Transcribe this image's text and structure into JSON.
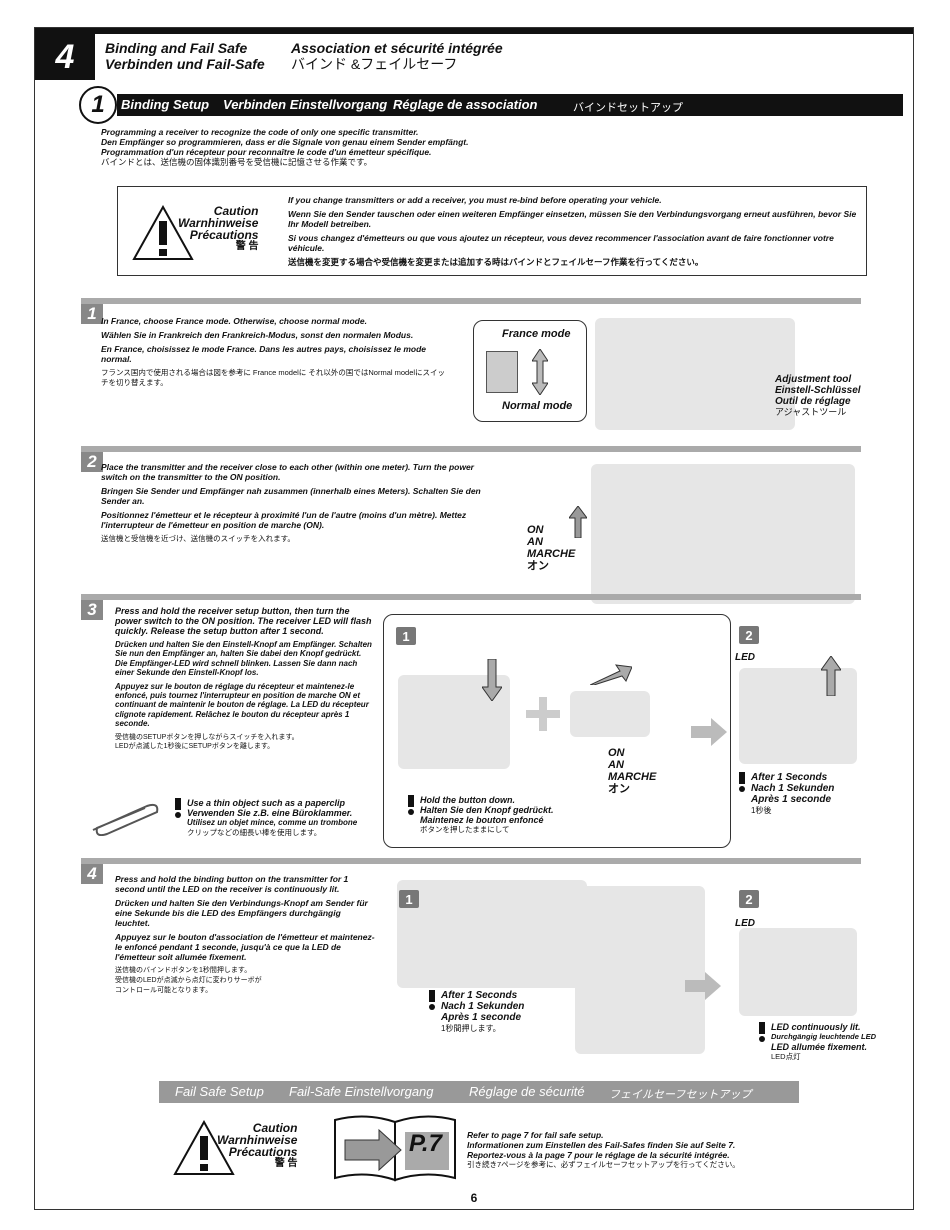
{
  "header": {
    "chapter": "4",
    "title_en": "Binding and Fail Safe",
    "title_de": "Verbinden und Fail-Safe",
    "title_fr": "Association et sécurité intégrée",
    "title_ja": "バインド &フェイルセーフ"
  },
  "section1": {
    "number": "1",
    "title_en": "Binding Setup",
    "title_de": "Verbinden Einstellvorgang",
    "title_fr": "Réglage de association",
    "title_ja": "バインドセットアップ",
    "intro": [
      "Programming a receiver to recognize the code of only one specific transmitter.",
      "Den Empfänger so programmieren, dass er die Signale von genau einem Sender empfängt.",
      "Programmation d'un récepteur pour reconnaître le code d'un émetteur spécifique.",
      "バインドとは、送信機の固体識別番号を受信機に記憶させる作業です。"
    ]
  },
  "caution": {
    "label_en": "Caution",
    "label_de": "Warnhinweise",
    "label_fr": "Précautions",
    "label_ja": "警 告",
    "text_en": "If you change transmitters or add a receiver, you must re-bind before operating your vehicle.",
    "text_de": "Wenn Sie den Sender tauschen oder einen weiteren Empfänger einsetzen, müssen Sie den Verbindungsvorgang erneut ausführen, bevor Sie Ihr Modell betreiben.",
    "text_fr": "Si vous changez d'émetteurs ou que vous ajoutez un récepteur, vous devez recommencer l'association avant de faire fonctionner votre véhicule.",
    "text_ja": "送信機を変更する場合や受信機を変更または追加する時はバインドとフェイルセーフ作業を行ってください。"
  },
  "steps": {
    "s1": {
      "number": "1",
      "en": "In France, choose France mode. Otherwise, choose normal mode.",
      "de": "Wählen Sie in Frankreich den Frankreich-Modus, sonst den normalen Modus.",
      "fr": "En France, choisissez le mode France. Dans les autres pays, choisissez le mode normal.",
      "ja": "フランス国内で使用される場合は図を参考に France modelに それ以外の国ではNormal modelにスイッチを切り替えます。",
      "france_mode": "France mode",
      "normal_mode": "Normal mode",
      "tool_en": "Adjustment tool",
      "tool_de": "Einstell-Schlüssel",
      "tool_fr": "Outil de réglage",
      "tool_ja": "アジャストツール"
    },
    "s2": {
      "number": "2",
      "en": "Place the transmitter and the receiver close to each other (within one meter). Turn the power switch on the transmitter to the ON position.",
      "de": "Bringen Sie Sender und Empfänger nah zusammen (innerhalb eines Meters). Schalten Sie den Sender an.",
      "fr": "Positionnez l'émetteur et le récepteur à proximité l'un de l'autre (moins d'un mètre). Mettez l'interrupteur de l'émetteur en position de marche (ON).",
      "ja": "送信機と受信機を近づけ、送信機のスイッチを入れます。",
      "on": "ON",
      "an": "AN",
      "marche": "MARCHE",
      "on_ja": "オン"
    },
    "s3": {
      "number": "3",
      "en": "Press and hold the receiver setup button, then turn the power switch to the ON position. The receiver LED will flash quickly. Release the setup button after 1 second.",
      "de": "Drücken und halten Sie den Einstell-Knopf am Empfänger. Schalten Sie nun den Empfänger an, halten Sie dabei den Knopf gedrückt. Die Empfänger-LED wird schnell blinken. Lassen Sie dann nach einer Sekunde den Einstell-Knopf los.",
      "fr": "Appuyez sur le bouton de réglage du récepteur et maintenez-le enfoncé, puis tournez l'interrupteur en position de marche ON et continuant de maintenir le bouton de réglage. La LED du récepteur clignote rapidement. Relâchez le bouton du récepteur après 1 seconde.",
      "ja1": "受信機のSETUPボタンを押しながらスイッチを入れます。",
      "ja2": "LEDが点滅した1秒後にSETUPボタンを離します。",
      "clip_en": "Use a thin object such as a paperclip",
      "clip_de": "Verwenden Sie z.B. eine Büroklammer.",
      "clip_fr": "Utilisez un objet mince, comme un trombone",
      "clip_ja": "クリップなどの細長い棒を使用します。",
      "p1": "1",
      "p2": "2",
      "led": "LED",
      "on": "ON",
      "an": "AN",
      "marche": "MARCHE",
      "on_ja": "オン",
      "hold_en": "Hold the button down.",
      "hold_de": "Halten Sie den Knopf gedrückt.",
      "hold_fr": "Maintenez le bouton enfoncé",
      "hold_ja": "ボタンを押したままにして",
      "after_en": "After 1 Seconds",
      "after_de": "Nach 1 Sekunden",
      "after_fr": "Après 1 seconde",
      "after_ja": "1秒後"
    },
    "s4": {
      "number": "4",
      "en": "Press and hold the binding button on the transmitter for 1 second until the LED on the receiver is continuously lit.",
      "de": "Drücken und halten Sie den Verbindungs-Knopf am Sender für eine Sekunde bis die LED des Empfängers durchgängig leuchtet.",
      "fr": "Appuyez sur le bouton d'association de l'émetteur et maintenez-le enfoncé pendant 1 seconde, jusqu'à ce que la LED de l'émetteur soit allumée fixement.",
      "ja1": "送信機のバインドボタンを1秒間押します。",
      "ja2": "受信機のLEDが点滅から点灯に変わりサーボが",
      "ja3": "コントロール可能となります。",
      "p1": "1",
      "p2": "2",
      "led": "LED",
      "after_en": "After 1 Seconds",
      "after_de": "Nach 1 Sekunden",
      "after_fr": "Après 1 seconde",
      "after_ja": "1秒間押します。",
      "lit_en": "LED continuously lit.",
      "lit_de": "Durchgängig leuchtende LED",
      "lit_fr": "LED allumée fixement.",
      "lit_ja": "LED点灯"
    }
  },
  "failsafe": {
    "title_en": "Fail Safe Setup",
    "title_de": "Fail-Safe Einstellvorgang",
    "title_fr": "Réglage de sécurité",
    "title_ja": "フェイルセーフセットアップ",
    "page_ref": "P.7",
    "text_en": "Refer to page 7 for fail safe setup.",
    "text_de": "Informationen zum Einstellen des Fail-Safes finden Sie auf Seite 7.",
    "text_fr": "Reportez-vous à la page 7 pour le réglage de la sécurité intégrée.",
    "text_ja": "引き続き7ページを参考に、必ずフェイルセーフセットアップを行ってください。"
  },
  "page_number": "6"
}
